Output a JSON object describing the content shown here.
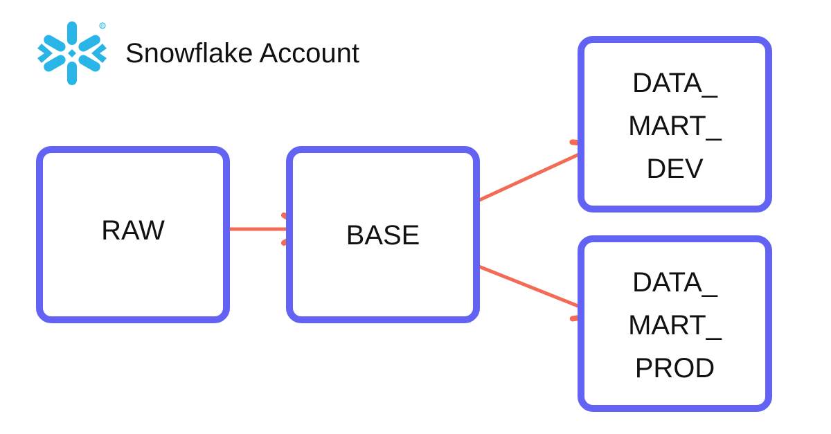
{
  "header": {
    "logo_icon": "snowflake-logo-icon",
    "logo_color": "#29b5e8",
    "title": "Snowflake Account"
  },
  "colors": {
    "node_border": "#6363f3",
    "arrow": "#f36b55"
  },
  "nodes": {
    "raw": {
      "lines": [
        "RAW"
      ]
    },
    "base": {
      "lines": [
        "BASE"
      ]
    },
    "data_mart_dev": {
      "lines": [
        "DATA_",
        "MART_",
        "DEV"
      ]
    },
    "data_mart_prod": {
      "lines": [
        "DATA_",
        "MART_",
        "PROD"
      ]
    }
  },
  "edges": [
    {
      "from": "raw",
      "to": "base"
    },
    {
      "from": "base",
      "to": "data_mart_dev"
    },
    {
      "from": "base",
      "to": "data_mart_prod"
    }
  ]
}
